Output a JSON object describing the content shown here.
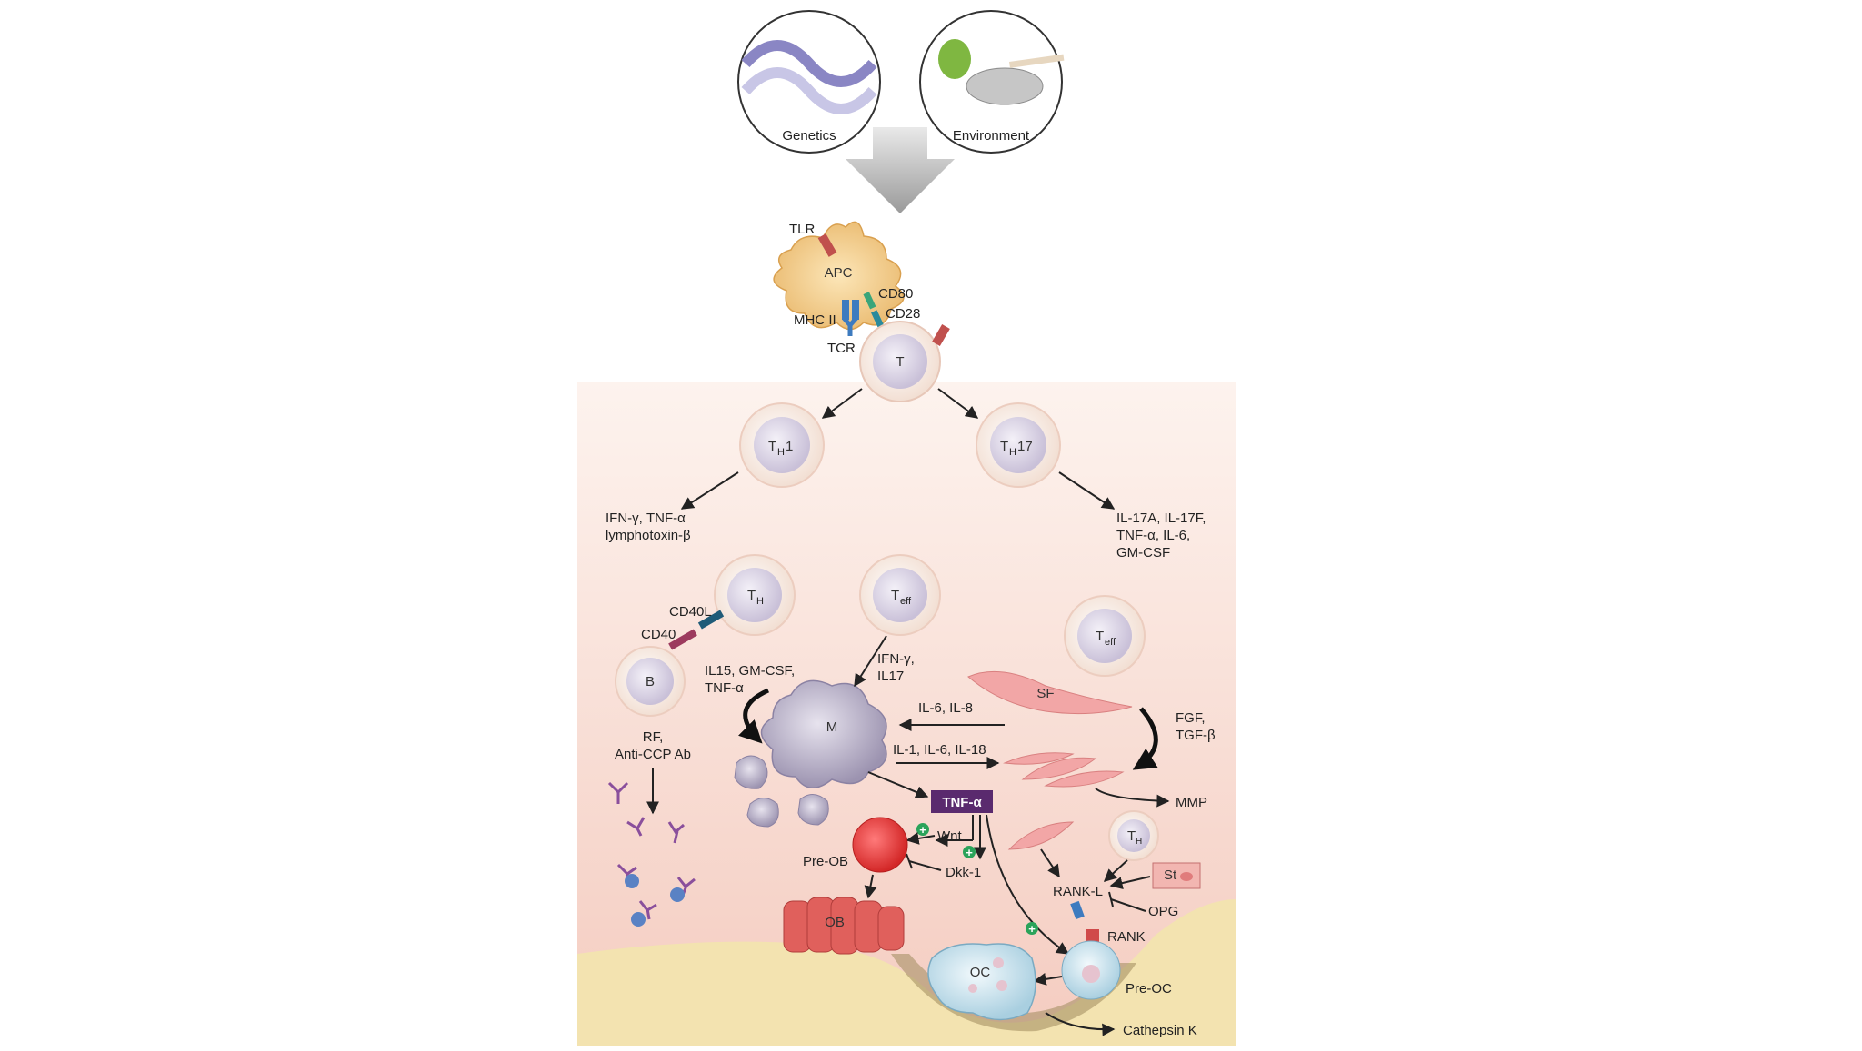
{
  "top": {
    "genetics": "Genetics",
    "environment": "Environment"
  },
  "receptors": {
    "tlr": "TLR",
    "cd80": "CD80",
    "cd28": "CD28",
    "mhc2": "MHC II",
    "tcr": "TCR"
  },
  "cells": {
    "apc": "APC",
    "t": "T",
    "th1_main": "T",
    "th1_sub": "H",
    "th1_tail": "1",
    "th17_main": "T",
    "th17_sub": "H",
    "th17_tail": "17",
    "th_main": "T",
    "th_sub": "H",
    "teff1_main": "T",
    "teff1_sub": "eff",
    "teff2_main": "T",
    "teff2_sub": "eff",
    "b": "B",
    "m": "M",
    "sf": "SF",
    "th2_main": "T",
    "th2_sub": "H",
    "st": "St",
    "ob": "OB",
    "oc": "OC"
  },
  "labels": {
    "th1_cytokines_1": "IFN-γ, TNF-α",
    "th1_cytokines_2": "lymphotoxin-β",
    "th17_cytokines_1": "IL-17A, IL-17F,",
    "th17_cytokines_2": "TNF-α, IL-6,",
    "th17_cytokines_3": "GM-CSF",
    "cd40l": "CD40L",
    "cd40": "CD40",
    "il15_1": "IL15, GM-CSF,",
    "il15_2": "TNF-α",
    "ifn_1": "IFN-γ,",
    "ifn_2": "IL17",
    "il6_il8": "IL-6, IL-8",
    "il1_il6_il18": "IL-1, IL-6, IL-18",
    "fgf_1": "FGF,",
    "fgf_2": "TGF-β",
    "rf_1": "RF,",
    "rf_2": "Anti-CCP Ab",
    "mmp": "MMP",
    "tnf": "TNF-α",
    "wnt": "Wnt",
    "dkk": "Dkk-1",
    "pre_ob": "Pre-OB",
    "rankl": "RANK-L",
    "opg": "OPG",
    "rank": "RANK",
    "pre_oc": "Pre-OC",
    "cathepsin": "Cathepsin K"
  },
  "colors": {
    "panel_top": "#fdf1ec",
    "panel_bottom": "#f3c9bd",
    "bone": "#f3e3b0",
    "cell_fill": "#ece8f3",
    "cell_border": "#f0d6c8",
    "tnf_box": "#5a2a6e",
    "green_plus": "#2aa35a"
  }
}
